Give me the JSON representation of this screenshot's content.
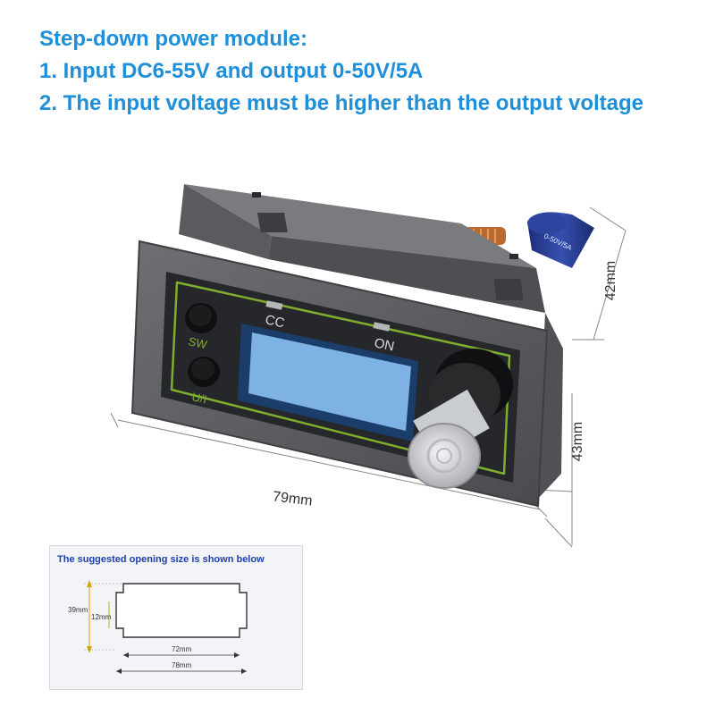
{
  "header": {
    "title": "Step-down power module:",
    "line1": "1. Input DC6-55V and output 0-50V/5A",
    "line2": "2. The input voltage must be higher than the output voltage"
  },
  "device": {
    "button_top_label": "SW",
    "button_bottom_label": "U/I",
    "indicator_left": "CC",
    "indicator_right": "ON",
    "capacitor_text": "0-50V/5A",
    "colors": {
      "body": "#5f6064",
      "panel": "#2a2b2e",
      "trace": "#7fae2e",
      "lcd": "#7fb2e4",
      "capacitor": "#2a3f96",
      "coil": "#c27436"
    }
  },
  "dimensions": {
    "width": "79mm",
    "height_top": "42mm",
    "height_front": "43mm"
  },
  "inset": {
    "title": "The suggested opening size is shown below",
    "dim_height": "39mm",
    "dim_step": "12mm",
    "dim_inner_width": "72mm",
    "dim_outer_width": "78mm"
  }
}
